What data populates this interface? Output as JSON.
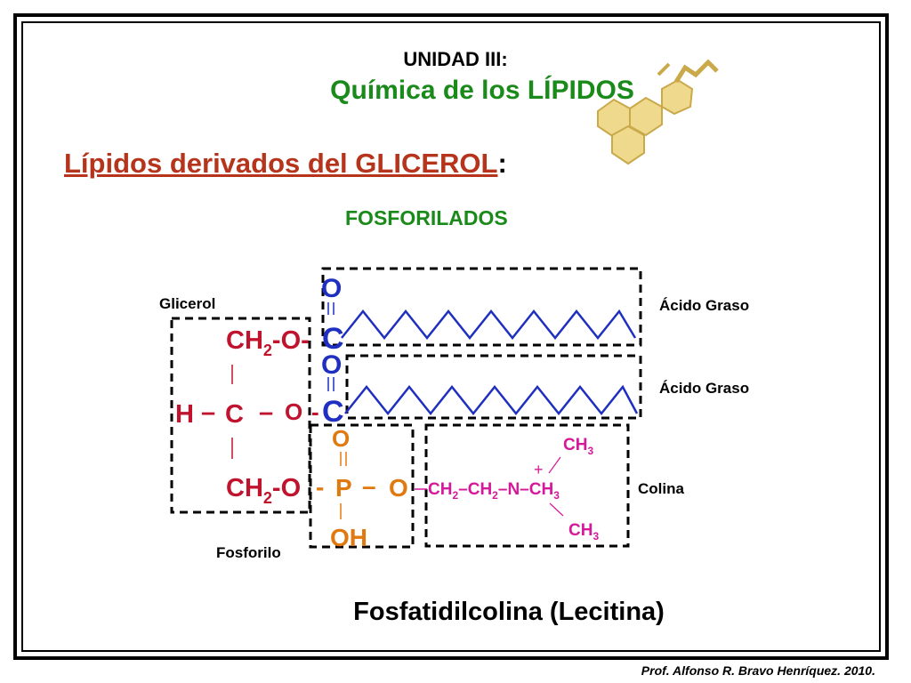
{
  "header": {
    "unit": "UNIDAD III:",
    "title": "Química de los LÍPIDOS"
  },
  "subtitle": {
    "text": "Lípidos derivados del GLICEROL",
    "colon": ":"
  },
  "section": "FOSFORILADOS",
  "labels": {
    "glicerol": "Glicerol",
    "acido_graso_1": "Ácido Graso",
    "acido_graso_2": "Ácido Graso",
    "colina": "Colina",
    "fosforilo": "Fosforilo"
  },
  "molecule": {
    "carbonyl_o": "O",
    "c": "C",
    "ch2": "CH",
    "sub2": "2",
    "o": "O",
    "h": "H",
    "p": "P",
    "oh": "OH",
    "n": "N",
    "ch3": "CH",
    "sub3": "3",
    "plus": "+"
  },
  "final_name": "Fosfatidilcolina (Lecitina)",
  "credit": "Prof. Alfonso R. Bravo Henríquez. 2010.",
  "colors": {
    "title_green": "#1a8a1a",
    "subtitle_red": "#b5341b",
    "glycerol_red": "#c0132e",
    "fatty_blue": "#1f2fc0",
    "phosphate_orange": "#e07a10",
    "choline_magenta": "#d6199a",
    "steroid_gold": "#e9cf7a"
  }
}
